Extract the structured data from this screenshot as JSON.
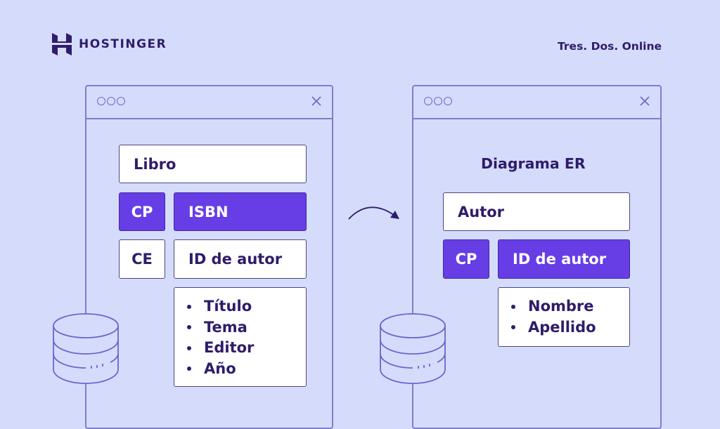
{
  "brand": {
    "name": "HOSTINGER",
    "logo_icon": "hostinger-h-logo"
  },
  "header": {
    "site_label": "Tres. Dos. Online"
  },
  "colors": {
    "background": "#d5dcfb",
    "primary_key_fill": "#673de6",
    "text": "#2f1c6a",
    "window_border": "#7f7bd0"
  },
  "left_window": {
    "controls": {
      "dots_icon": "window-dots-icon",
      "close_icon": "close-icon"
    },
    "table_name": "Libro",
    "rows": [
      {
        "key": "CP",
        "field": "ISBN",
        "highlight": true
      },
      {
        "key": "CE",
        "field": "ID de autor",
        "highlight": false
      }
    ],
    "attributes": [
      "Título",
      "Tema",
      "Editor",
      "Año"
    ],
    "database_icon": "database-icon"
  },
  "arrow": {
    "icon": "curved-arrow-right-icon"
  },
  "right_window": {
    "controls": {
      "dots_icon": "window-dots-icon",
      "close_icon": "close-icon"
    },
    "title": "Diagrama ER",
    "table_name": "Autor",
    "rows": [
      {
        "key": "CP",
        "field": "ID de autor",
        "highlight": true
      }
    ],
    "attributes": [
      "Nombre",
      "Apellido"
    ],
    "database_icon": "database-icon"
  }
}
